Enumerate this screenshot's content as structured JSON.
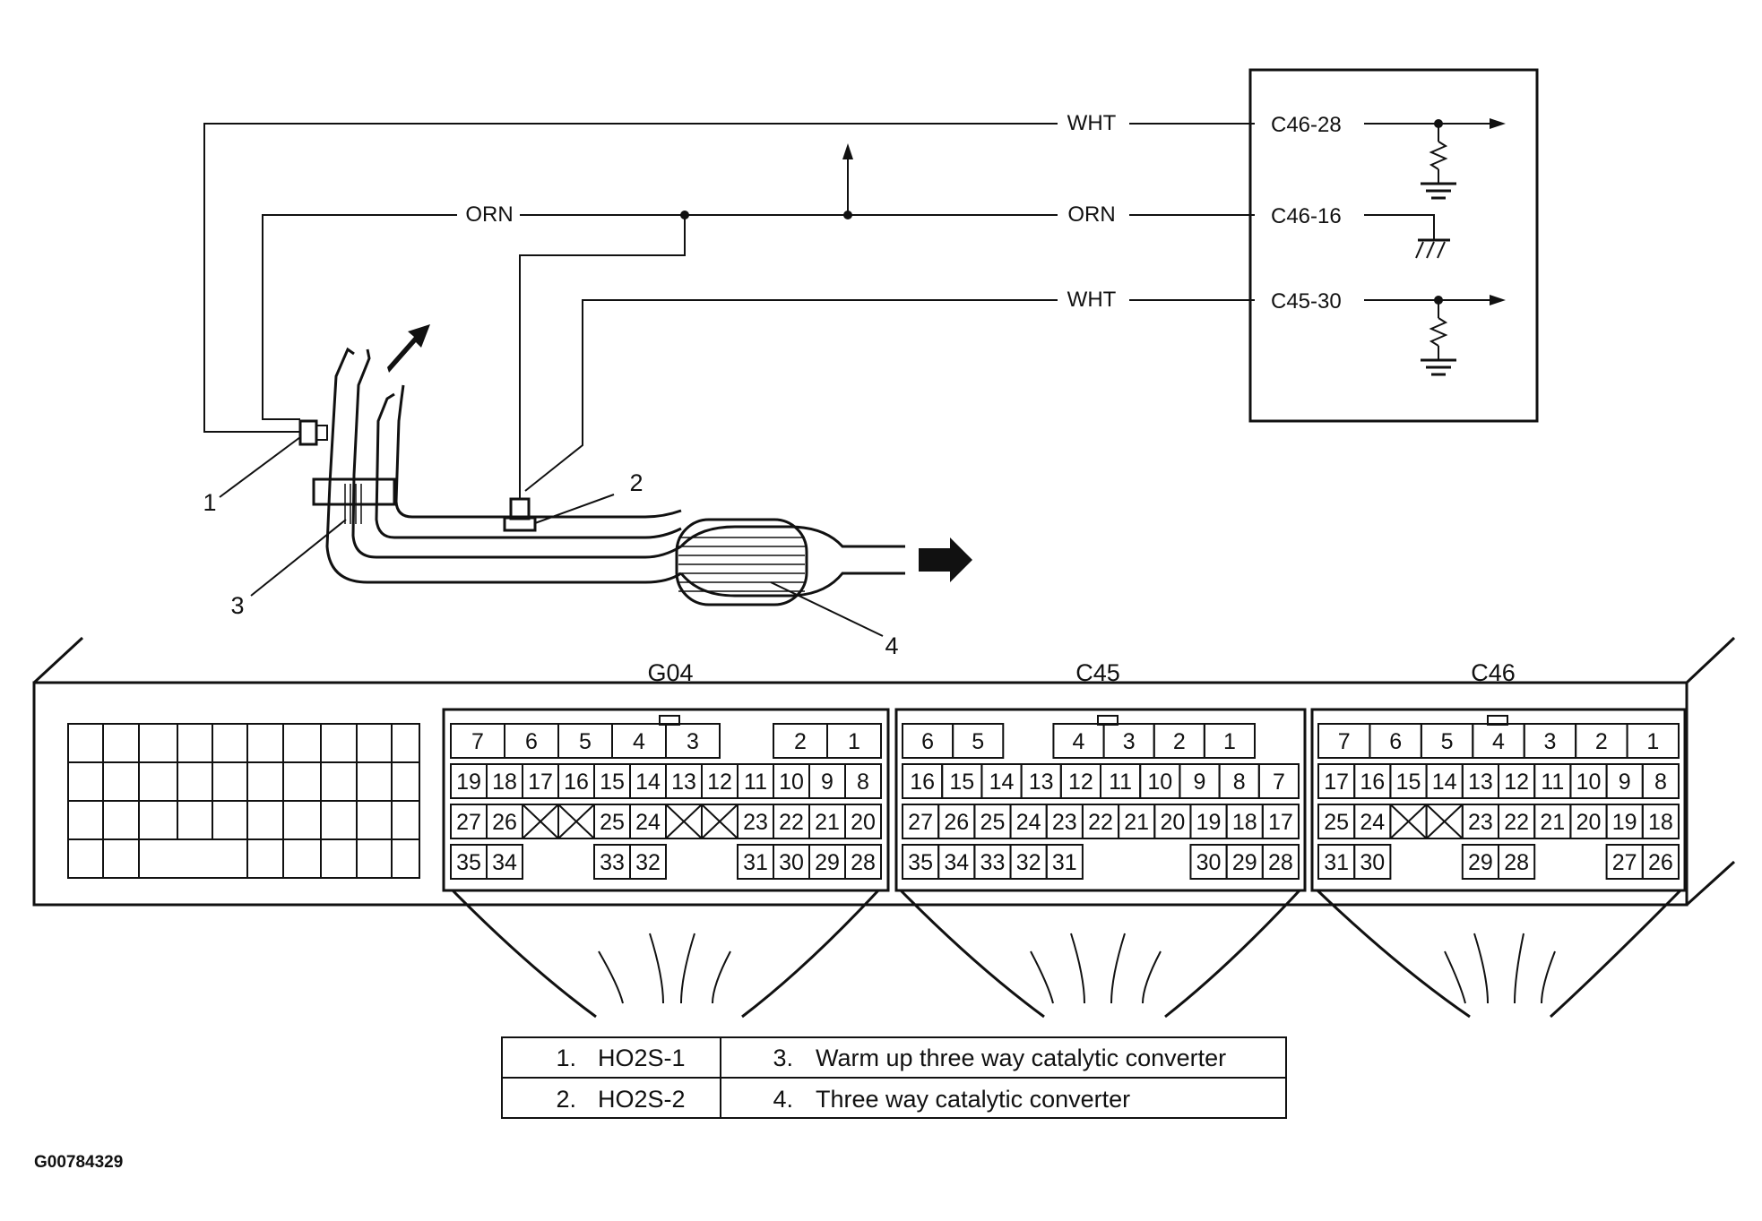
{
  "figure_code": "G00784329",
  "wires": {
    "top_white": "WHT",
    "orange_left": "ORN",
    "orange_right": "ORN",
    "bottom_white": "WHT"
  },
  "ecm_terminals": {
    "t1": "C46-28",
    "t2": "C46-16",
    "t3": "C45-30"
  },
  "callouts": [
    "1",
    "2",
    "3",
    "4"
  ],
  "connectors": {
    "g04": {
      "name": "G04",
      "rows": [
        [
          "7",
          "6",
          "5",
          "4",
          "3",
          "",
          "2",
          "1"
        ],
        [
          "19",
          "18",
          "17",
          "16",
          "15",
          "14",
          "13",
          "12",
          "11",
          "10",
          "9",
          "8"
        ],
        [
          "27",
          "26",
          "X",
          "X",
          "25",
          "24",
          "X",
          "X",
          "23",
          "22",
          "21",
          "20"
        ],
        [
          "35",
          "34",
          "",
          "",
          "33",
          "32",
          "",
          "",
          "31",
          "30",
          "29",
          "28"
        ]
      ]
    },
    "c45": {
      "name": "C45",
      "rows": [
        [
          "6",
          "5",
          "",
          "4",
          "3",
          "2",
          "1"
        ],
        [
          "16",
          "15",
          "14",
          "13",
          "12",
          "11",
          "10",
          "9",
          "8",
          "7"
        ],
        [
          "27",
          "26",
          "25",
          "24",
          "23",
          "22",
          "21",
          "20",
          "19",
          "18",
          "17"
        ],
        [
          "35",
          "34",
          "33",
          "32",
          "31",
          "",
          "",
          "",
          "30",
          "29",
          "28"
        ]
      ]
    },
    "c46": {
      "name": "C46",
      "rows": [
        [
          "7",
          "6",
          "5",
          "4",
          "3",
          "2",
          "1"
        ],
        [
          "17",
          "16",
          "15",
          "14",
          "13",
          "12",
          "11",
          "10",
          "9",
          "8"
        ],
        [
          "25",
          "24",
          "X",
          "X",
          "23",
          "22",
          "21",
          "20",
          "19",
          "18"
        ],
        [
          "31",
          "30",
          "",
          "",
          "29",
          "28",
          "",
          "",
          "27",
          "26"
        ]
      ]
    }
  },
  "legend": [
    {
      "num": "1.",
      "label": "HO2S-1"
    },
    {
      "num": "2.",
      "label": "HO2S-2"
    },
    {
      "num": "3.",
      "label": "Warm up three way catalytic converter"
    },
    {
      "num": "4.",
      "label": "Three way catalytic converter"
    }
  ]
}
